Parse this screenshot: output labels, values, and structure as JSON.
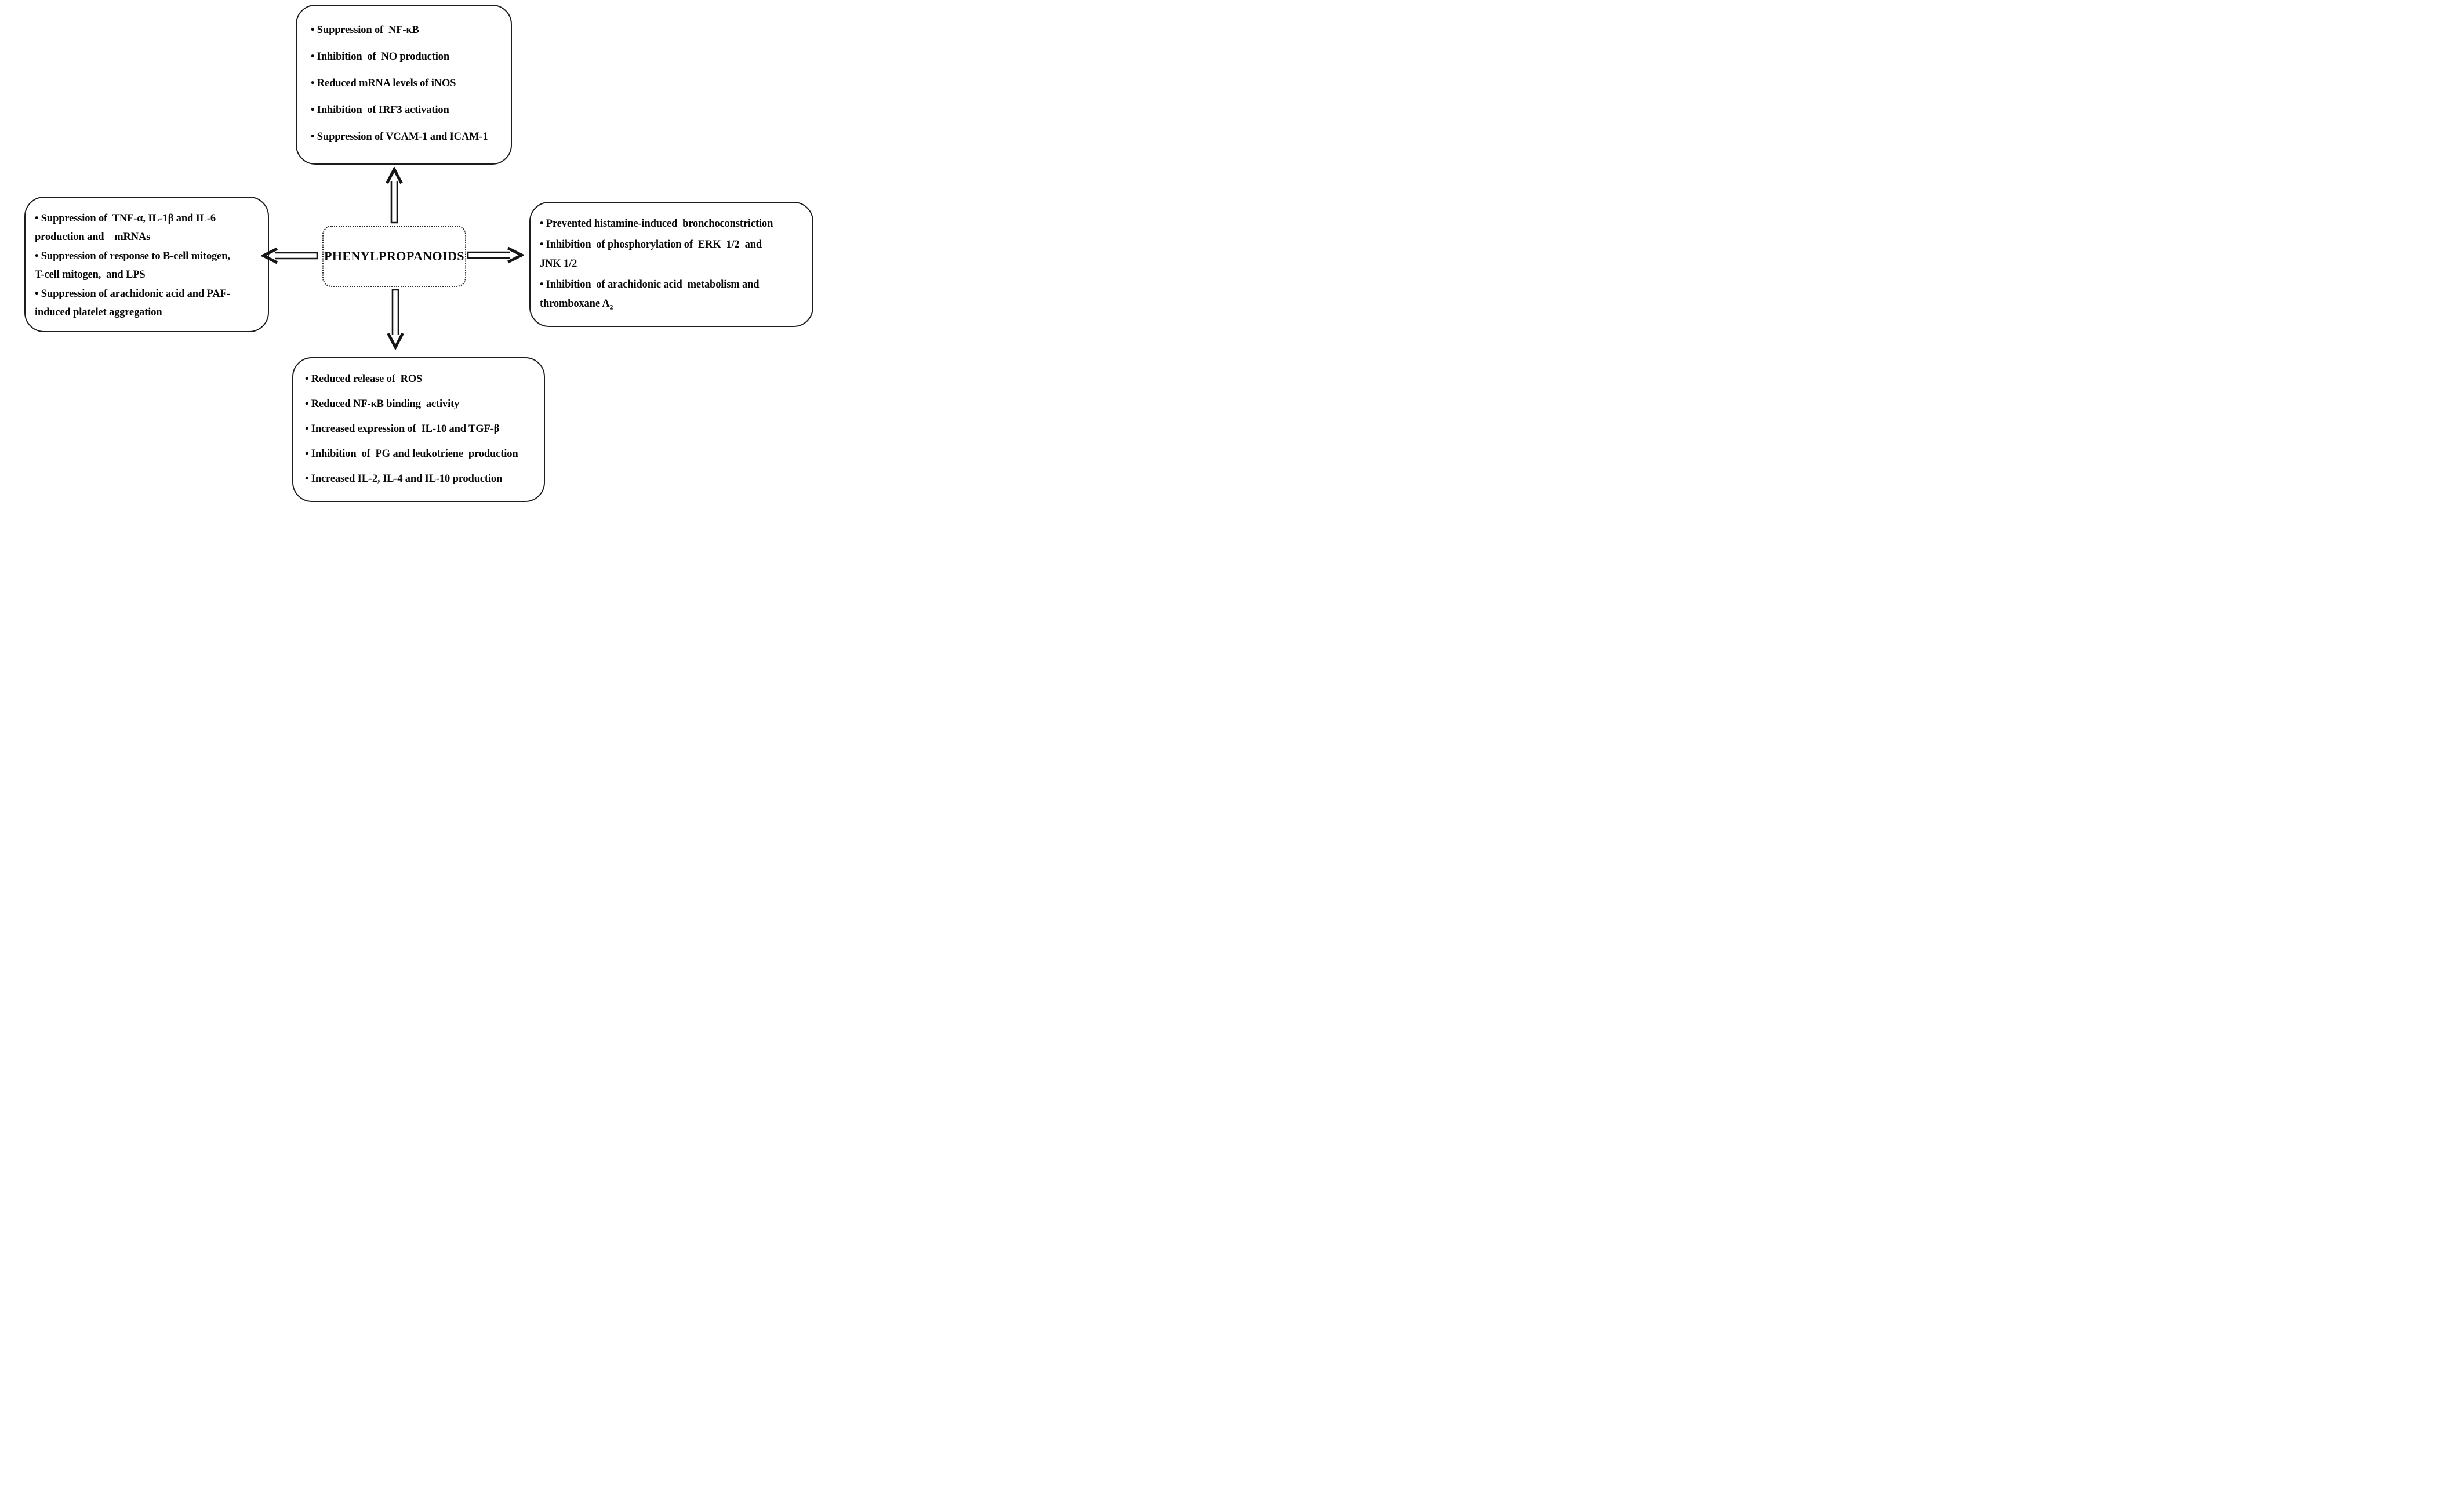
{
  "center": {
    "title": "PHENYLPROPANOIDS"
  },
  "boxes": {
    "top": {
      "items": [
        "• Suppression of  NF-κB",
        "• Inhibition  of  NO production",
        "• Reduced mRNA levels of iNOS",
        "• Inhibition  of IRF3 activation",
        "• Suppression of VCAM-1 and ICAM-1"
      ]
    },
    "left": {
      "items": [
        "• Suppression of  TNF-α, IL-1β and IL-6\nproduction and    mRNAs",
        "• Suppression of response to B-cell mitogen,\nT-cell mitogen,  and LPS",
        "• Suppression of arachidonic acid and PAF-\ninduced platelet aggregation"
      ]
    },
    "right": {
      "items": [
        {
          "text": "• Prevented histamine-induced  bronchoconstriction",
          "sub": ""
        },
        {
          "text": "• Inhibition  of phosphorylation of  ERK  1/2  and\nJNK 1/2",
          "sub": ""
        },
        {
          "text": "• Inhibition  of arachidonic acid  metabolism and\nthromboxane A",
          "sub": "2"
        }
      ]
    },
    "bottom": {
      "items": [
        "• Reduced release of  ROS",
        "• Reduced NF-κB binding  activity",
        "• Increased expression of  IL-10 and TGF-β",
        "• Inhibition  of  PG and leukotriene  production",
        "• Increased IL-2, IL-4 and IL-10 production"
      ]
    }
  },
  "icons": {
    "up_arrow": "hollow arrow pointing up",
    "down_arrow": "hollow arrow pointing down",
    "left_arrow": "hollow arrow pointing left",
    "right_arrow": "hollow arrow pointing right"
  },
  "colors": {
    "ink": "#111111",
    "background": "#ffffff"
  }
}
